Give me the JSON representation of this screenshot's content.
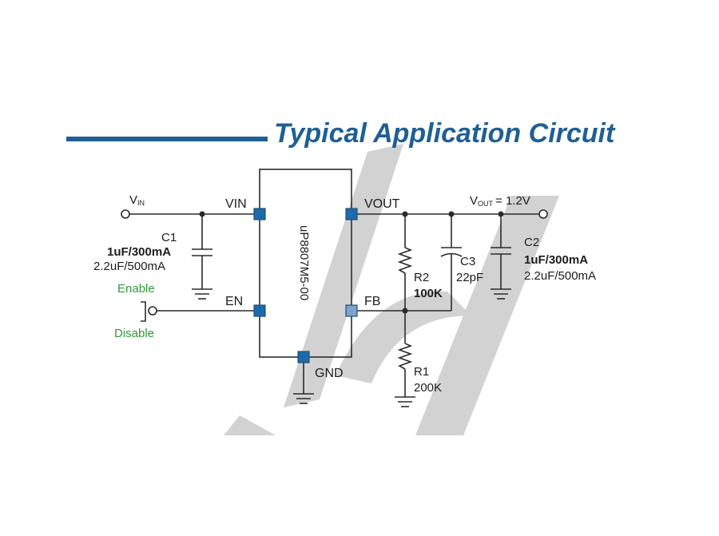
{
  "title": "Typical Application Circuit",
  "colors": {
    "title": "#1f5f95",
    "pin": "#1f6aa8",
    "pin_light": "#7fa3c8",
    "enable": "#2f9a3a",
    "watermark": "#cfcfcf"
  },
  "chip": {
    "part": "uP8807M5-00",
    "pins": {
      "vin": "VIN",
      "en": "EN",
      "vout": "VOUT",
      "fb": "FB",
      "gnd": "GND"
    }
  },
  "input": {
    "label_main": "V",
    "label_sub": "IN"
  },
  "output": {
    "label_main": "V",
    "label_sub": "OUT",
    "value": "= 1.2V"
  },
  "control": {
    "enable": "Enable",
    "disable": "Disable"
  },
  "components": {
    "c1": {
      "name": "C1",
      "line1": "1uF/300mA",
      "line2": "2.2uF/500mA"
    },
    "c2": {
      "name": "C2",
      "line1": "1uF/300mA",
      "line2": "2.2uF/500mA"
    },
    "c3": {
      "name": "C3",
      "value": "22pF"
    },
    "r2": {
      "name": "R2",
      "value": "100K"
    },
    "r1": {
      "name": "R1",
      "value": "200K"
    }
  }
}
